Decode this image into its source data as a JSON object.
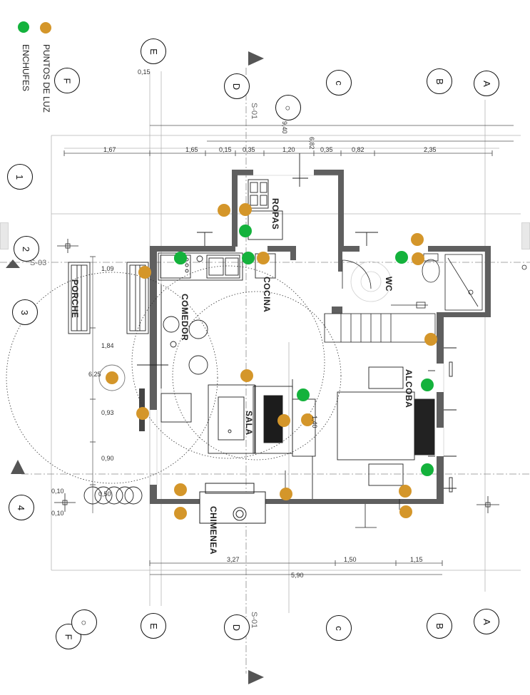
{
  "legend": {
    "outlets_label": "ENCHUFES",
    "lights_label": "PUNTOS DE LUZ",
    "outlet_color": "#14b23c",
    "light_color": "#d4962a"
  },
  "rooms": {
    "ropas": "ROPAS",
    "cocina": "COCINA",
    "comedor": "COMEDOR",
    "wc": "WC",
    "alcoba": "ALCOBA",
    "sala": "SALA",
    "porche": "PORCHE",
    "chimenea": "CHIMENEA"
  },
  "grid_axes": {
    "letters_top": [
      "F",
      "E",
      "D",
      "c",
      "B",
      "A"
    ],
    "letters_bottom": [
      "F",
      "E",
      "D",
      "c",
      "B",
      "A"
    ],
    "numbers_left": [
      "1",
      "2",
      "3",
      "4"
    ]
  },
  "section_labels": {
    "top": "S-01",
    "bottom": "S-01",
    "left": "S-03"
  },
  "dimensions": {
    "top_overall_a": "9,40",
    "top_overall_b": "6,82",
    "top_small": "0,15",
    "top_segments": [
      "1,67",
      "1,65",
      "0,15",
      "0,35",
      "1,20",
      "0,35",
      "0,82",
      "2,35"
    ],
    "left_segments": [
      "1,09",
      "1,84",
      "6,25",
      "0,93",
      "0,90",
      "0,10",
      "0,50",
      "0,10"
    ],
    "bottom_segments": [
      "3,27",
      "1,50",
      "1,15"
    ],
    "bottom_overall": "5,90",
    "sala_small": "1,40"
  },
  "electrical": {
    "outlets_count": 8,
    "lights_count": 17
  }
}
